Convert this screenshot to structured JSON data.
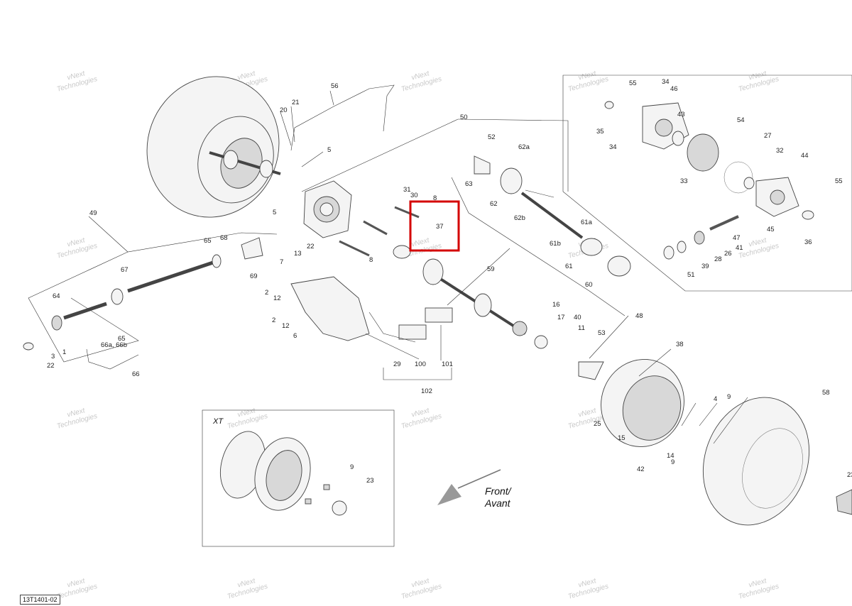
{
  "diagram": {
    "code": "13T1401-02",
    "inset_label": "XT",
    "direction": {
      "line1": "Front/",
      "line2": "Avant"
    },
    "watermark": {
      "line1": "vNext",
      "line2": "Technologies"
    },
    "highlight_callout": "37"
  }
}
